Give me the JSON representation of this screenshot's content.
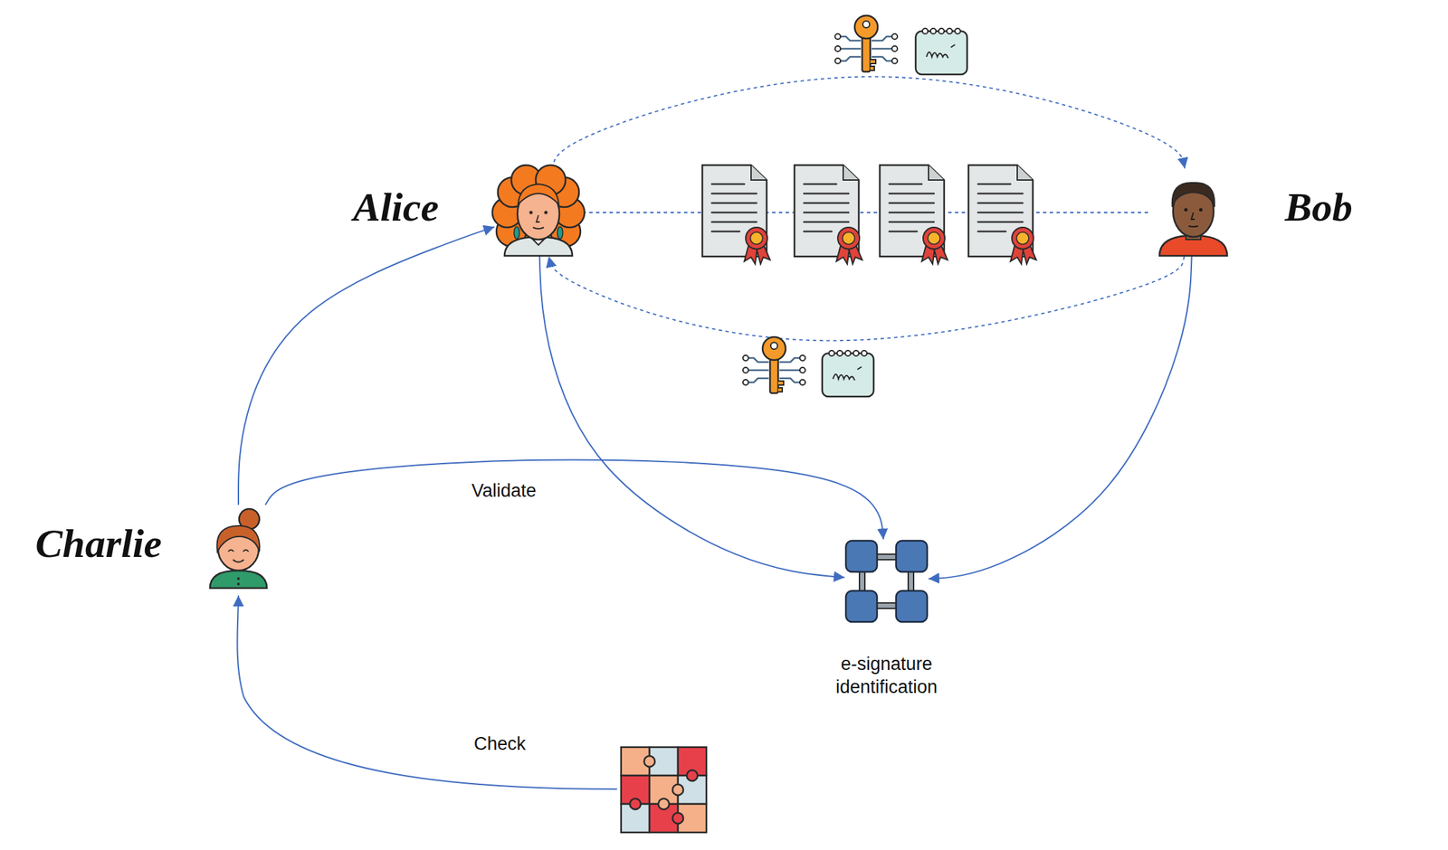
{
  "diagram": {
    "nodes": [
      {
        "text": [
          "Alice"
        ]
      },
      {
        "text": [
          "Bob"
        ]
      },
      {
        "text": [
          "Charlie"
        ]
      },
      {
        "text": [
          "e-signature identification"
        ]
      }
    ],
    "edges": [
      {
        "from": 0,
        "to": 1,
        "arrow": "to"
      },
      {
        "from": 1,
        "to": 0,
        "arrow": "to"
      },
      {
        "from": 0,
        "to": 1,
        "arrow": "none"
      },
      {
        "from": 2,
        "to": 0,
        "arrow": "to"
      },
      {
        "from": 2,
        "to": 3,
        "label": "Validate",
        "arrow": "to"
      },
      {
        "from": 0,
        "to": 3,
        "arrow": "to"
      },
      {
        "from": 1,
        "to": 3,
        "arrow": "to"
      }
    ],
    "labels": [
      "Check"
    ]
  }
}
